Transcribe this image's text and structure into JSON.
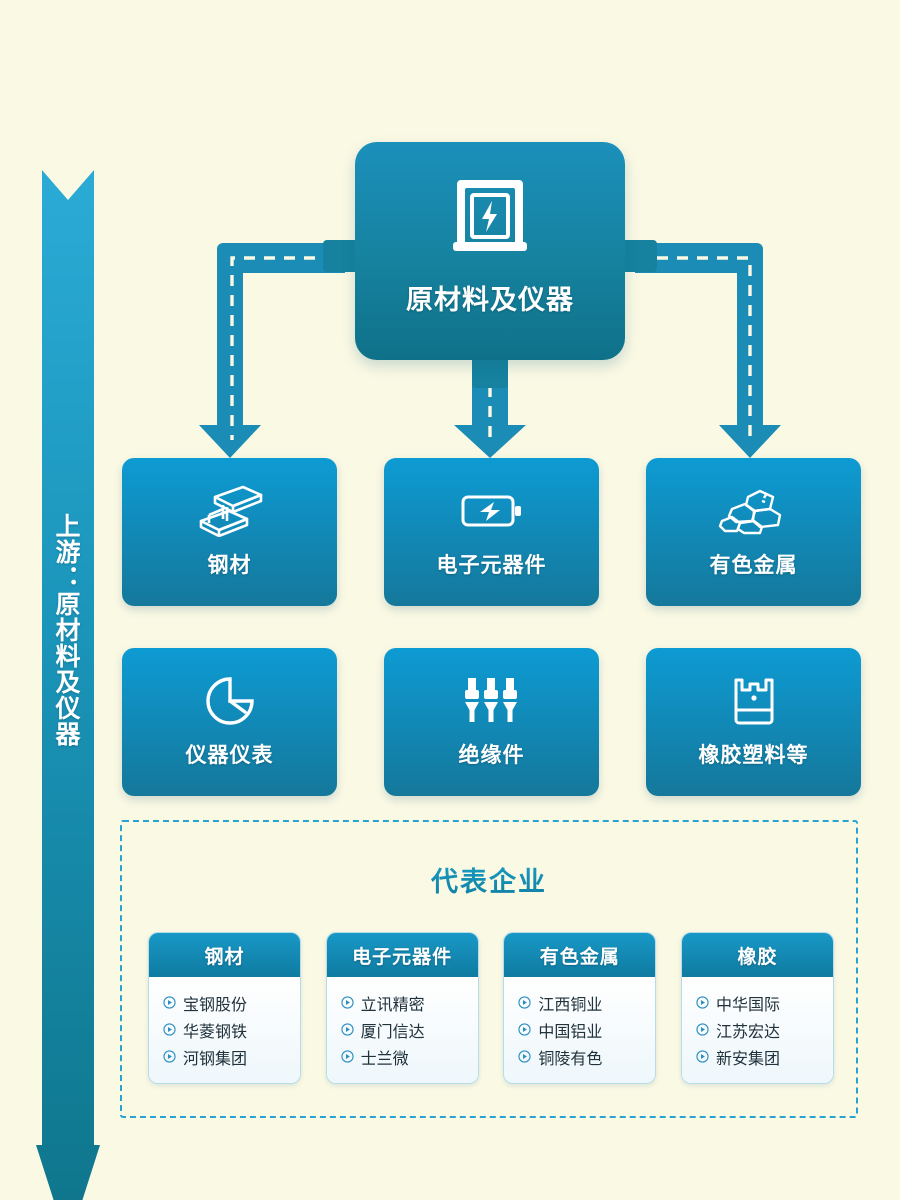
{
  "background_color": "#FAF9E4",
  "accent_color": "#1189b7",
  "side_arrow": {
    "label": "上游：原材料及仪器",
    "icon": "down-arrow-band",
    "color_top": "#2aabd6",
    "color_bottom": "#0e7489"
  },
  "hero": {
    "label": "原材料及仪器",
    "icon": "electric-cabinet-icon"
  },
  "categories": [
    {
      "label": "钢材",
      "icon": "steel-beam-icon"
    },
    {
      "label": "电子元器件",
      "icon": "battery-icon"
    },
    {
      "label": "有色金属",
      "icon": "ore-rocks-icon"
    },
    {
      "label": "仪器仪表",
      "icon": "gauge-icon"
    },
    {
      "label": "绝缘件",
      "icon": "insulator-icon"
    },
    {
      "label": "橡胶塑料等",
      "icon": "plastic-bag-icon"
    }
  ],
  "representatives": {
    "title": "代表企业",
    "bullet_icon": "play-circle-icon",
    "cards": [
      {
        "header": "钢材",
        "items": [
          "宝钢股份",
          "华菱钢铁",
          "河钢集团"
        ]
      },
      {
        "header": "电子元器件",
        "items": [
          "立讯精密",
          "厦门信达",
          "士兰微"
        ]
      },
      {
        "header": "有色金属",
        "items": [
          "江西铜业",
          "中国铝业",
          "铜陵有色"
        ]
      },
      {
        "header": "橡胶",
        "items": [
          "中华国际",
          "江苏宏达",
          "新安集团"
        ]
      }
    ]
  }
}
